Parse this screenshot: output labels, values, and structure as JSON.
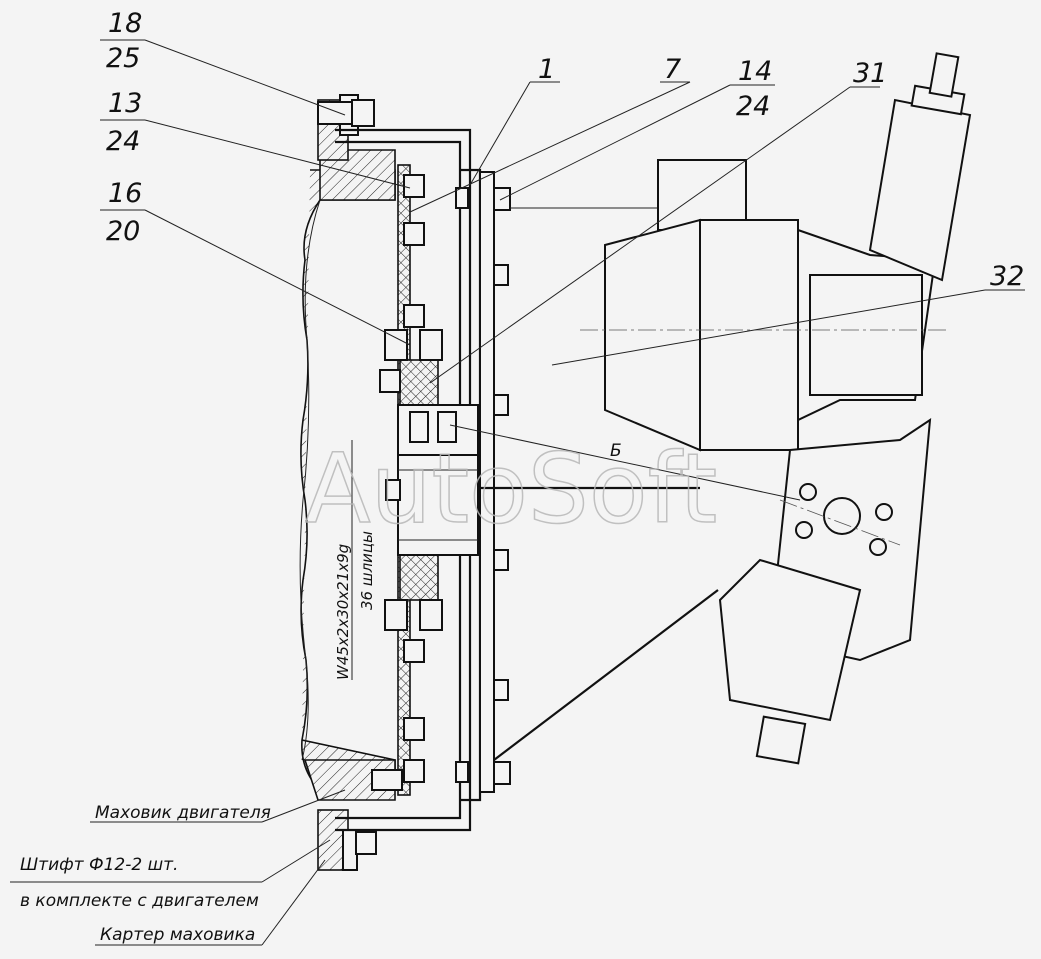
{
  "watermark": "AutoSoft",
  "callouts": [
    {
      "id": "c18-25",
      "top": "18",
      "bottom": "25"
    },
    {
      "id": "c13-24",
      "top": "13",
      "bottom": "24"
    },
    {
      "id": "c16-20",
      "top": "16",
      "bottom": "20"
    },
    {
      "id": "c1",
      "top": "1"
    },
    {
      "id": "c7",
      "top": "7"
    },
    {
      "id": "c14-24",
      "top": "14",
      "bottom": "24"
    },
    {
      "id": "c31",
      "top": "31"
    },
    {
      "id": "c32",
      "top": "32"
    }
  ],
  "section_mark": "Б",
  "spline_spec": {
    "line1": "W45x2x30x21x9g",
    "line2": "36 шлицы"
  },
  "notes": {
    "flywheel": "Маховик двигателя",
    "pin_line1": "Штифт Ф12-2 шт.",
    "pin_line2": "в комплекте с двигателем",
    "housing": "Картер маховика"
  },
  "colors": {
    "line": "#111111",
    "paper": "#f4f4f4",
    "watermark": "#b8b8b8"
  }
}
